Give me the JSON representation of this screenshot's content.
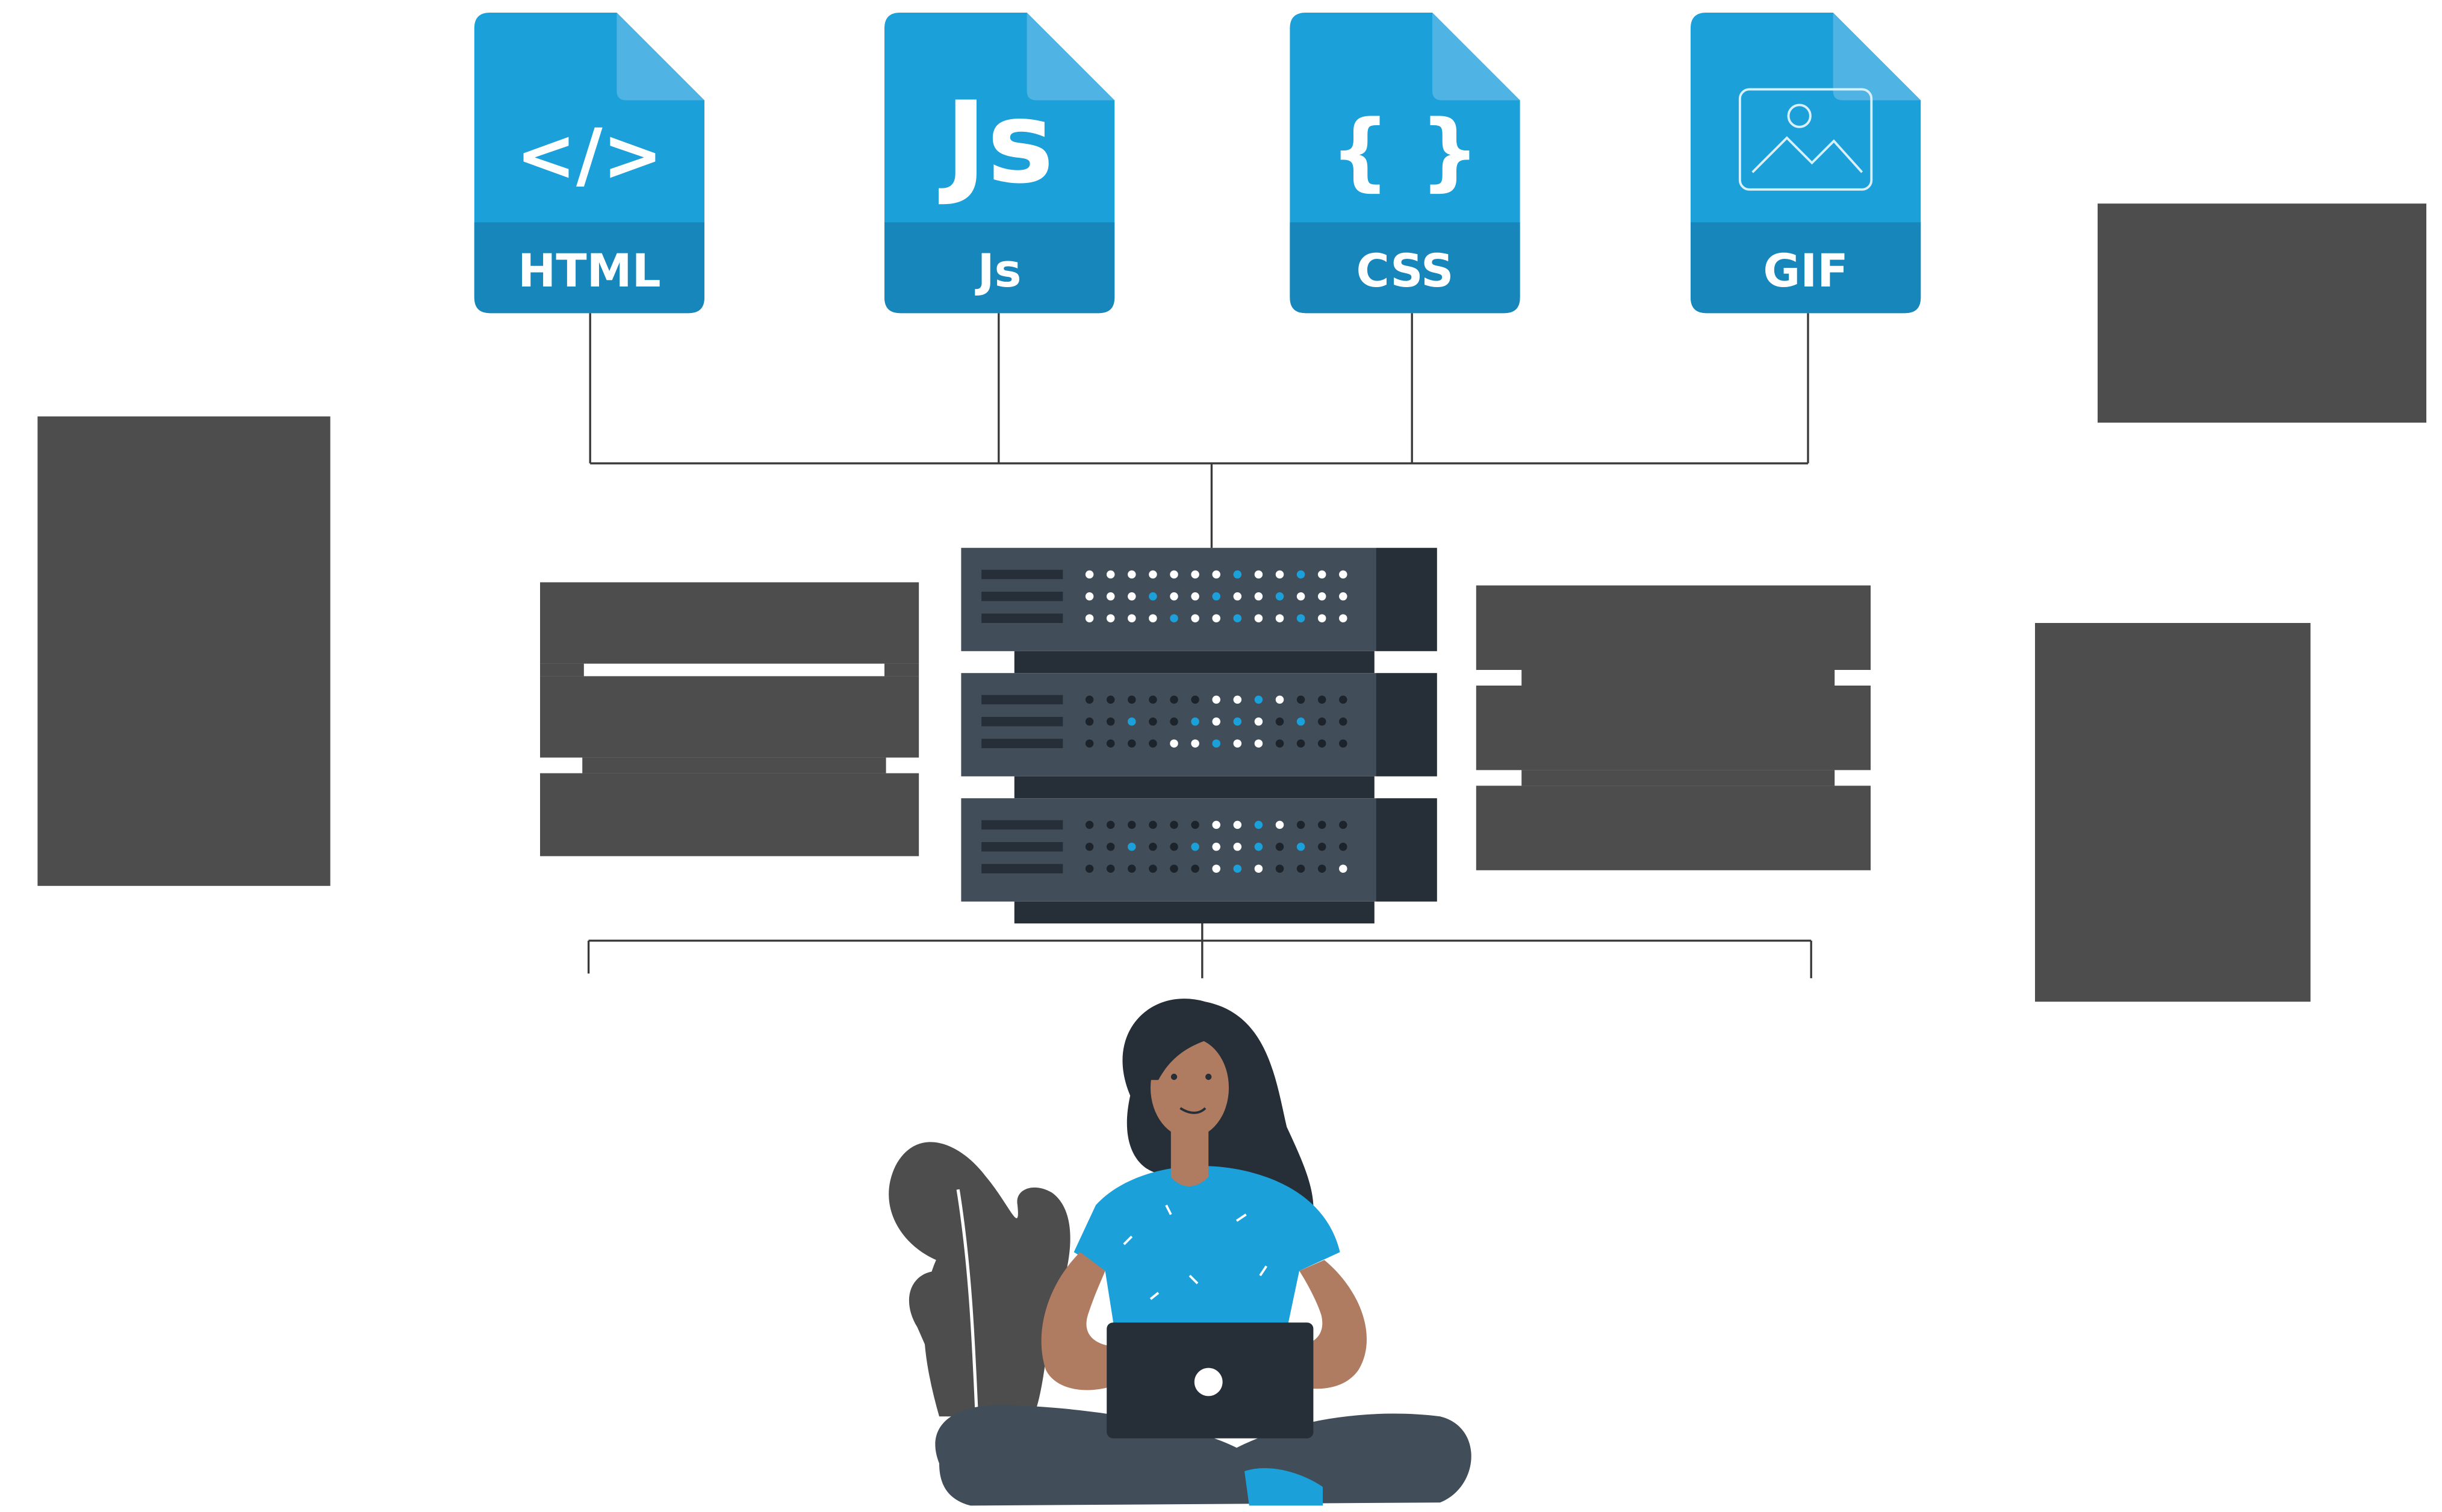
{
  "colors": {
    "file_blue": "#1ba0da",
    "file_band": "#1786bb",
    "file_fold": "#4fb4e3",
    "server_body": "#414e5a",
    "server_side": "#262e37",
    "placeholder_gray": "#4d4d4d",
    "connector_line": "#3a3a3a",
    "shirt_blue": "#1ba0da",
    "skin": "#b07c61",
    "hair": "#262e37",
    "plant": "#4d4d4d"
  },
  "files": [
    {
      "label": "HTML",
      "glyph": "</>",
      "icon": "code-tag-icon"
    },
    {
      "label": "Js",
      "glyph": "Js",
      "icon": "javascript-icon"
    },
    {
      "label": "CSS",
      "glyph": "{ }",
      "icon": "curly-braces-icon"
    },
    {
      "label": "GIF",
      "glyph": "",
      "icon": "image-icon"
    }
  ],
  "server": {
    "units": 3,
    "icon": "server-rack-icon"
  },
  "person": {
    "icon": "developer-with-laptop-icon"
  },
  "plant": {
    "icon": "plant-leaves-icon"
  },
  "placeholders": 6
}
